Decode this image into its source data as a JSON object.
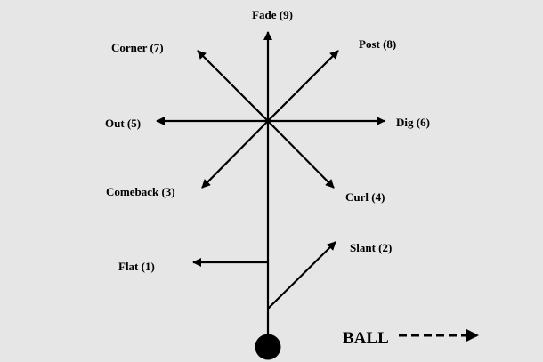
{
  "routes": {
    "fade": "Fade (9)",
    "post": "Post (8)",
    "corner": "Corner (7)",
    "dig": "Dig (6)",
    "out": "Out (5)",
    "curl": "Curl (4)",
    "comeback": "Comeback (3)",
    "slant": "Slant (2)",
    "flat": "Flat (1)"
  },
  "ball_label": "BALL",
  "colors": {
    "background": "#e6e6e6",
    "ink": "#000000"
  }
}
